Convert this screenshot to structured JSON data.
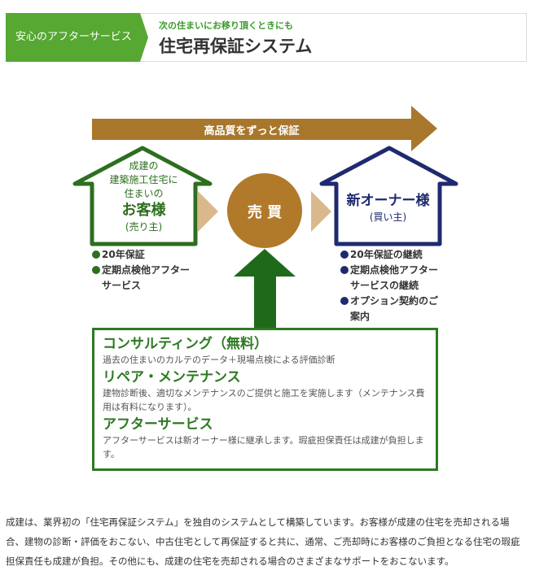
{
  "header": {
    "label": "安心のアフターサービス",
    "subtitle": "次の住まいにお移り頂くときにも",
    "title": "住宅再保証システム"
  },
  "diagram": {
    "arrow_label": "高品質をずっと保証",
    "seller": {
      "line1": "成建の",
      "line2": "建築施工住宅に",
      "line3": "住まいの",
      "name": "お客様",
      "role": "(売り主)",
      "bullets": [
        "20年保証",
        "定期点検他アフターサービス"
      ]
    },
    "center_label": "売 買",
    "buyer": {
      "name": "新オーナー様",
      "role": "(買い主)",
      "bullets": [
        "20年保証の継続",
        "定期点検他アフターサービスの継続",
        "オプション契約のご案内"
      ]
    },
    "services": [
      {
        "title": "コンサルティング（無料）",
        "desc": "過去の住まいのカルテのデータ＋現場点検による評価診断"
      },
      {
        "title": "リペア・メンテナンス",
        "desc": "建物診断後、適切なメンテナンスのご提供と施工を実施します（メンテナンス費用は有料になります）。"
      },
      {
        "title": "アフターサービス",
        "desc": "アフターサービスは新オーナー様に継承します。瑕疵担保責任は成建が負担します。"
      }
    ],
    "colors": {
      "green": "#2d6e1f",
      "navy": "#1f2a6e",
      "brown": "#a8772c",
      "tan": "#d9b98c",
      "header_green": "#56a832"
    }
  },
  "description": "成建は、業界初の「住宅再保証システム」を独自のシステムとして構築しています。お客様が成建の住宅を売却される場合、建物の診断・評価をおこない、中古住宅として再保証すると共に、通常、ご売却時にお客様のご負担となる住宅の瑕疵担保責任も成建が負担。その他にも、成建の住宅を売却される場合のさまざまなサポートをおこないます。"
}
